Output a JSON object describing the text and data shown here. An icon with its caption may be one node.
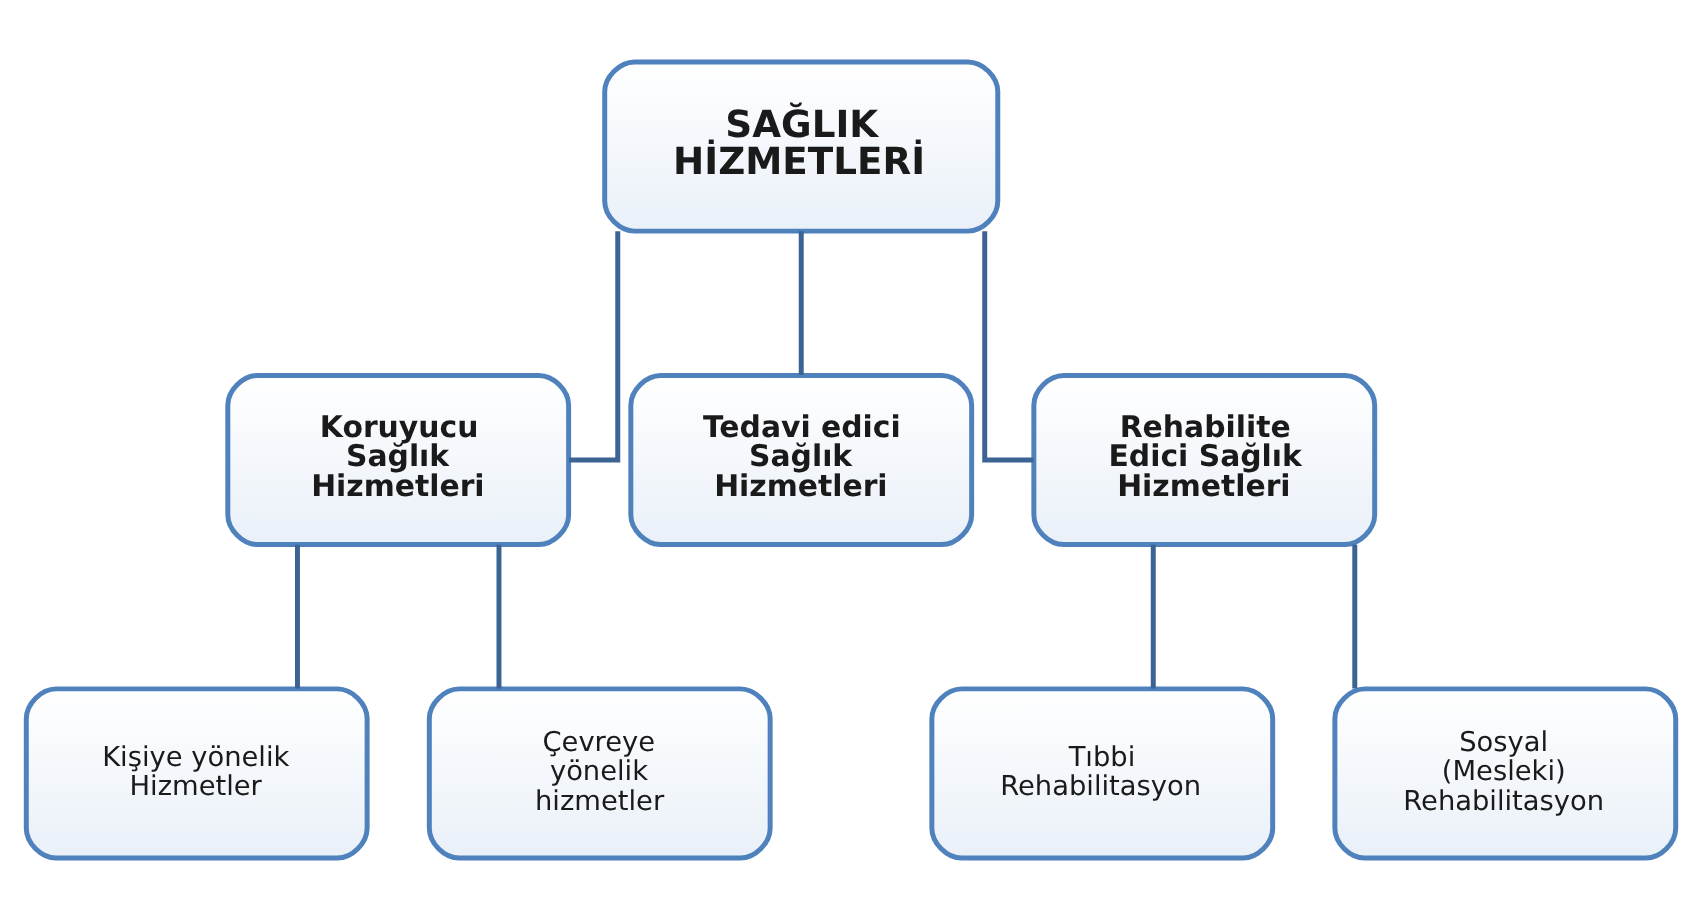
{
  "diagram": {
    "nodes": [
      {
        "text": [
          "SAĞLIK HİZMETLERİ"
        ]
      },
      {
        "text": [
          "Koruyucu Sağlık Hizmetleri"
        ]
      },
      {
        "text": [
          "Tedavi edici Sağlık Hizmetleri"
        ]
      },
      {
        "text": [
          "Rehabilite Edici Sağlık Hizmetleri"
        ]
      },
      {
        "text": [
          "Kişiye yönelik Hizmetler"
        ]
      },
      {
        "text": [
          "Çevreye yönelik hizmetler"
        ]
      },
      {
        "text": [
          "Tıbbi Rehabilitasyon"
        ]
      },
      {
        "text": [
          "Sosyal (Mesleki) Rehabilitasyon"
        ]
      }
    ],
    "edges": [
      {
        "from": 0,
        "to": 1,
        "arrow": "none"
      },
      {
        "from": 0,
        "to": 2,
        "arrow": "none"
      },
      {
        "from": 0,
        "to": 3,
        "arrow": "none"
      },
      {
        "from": 1,
        "to": 4,
        "arrow": "none"
      },
      {
        "from": 1,
        "to": 5,
        "arrow": "none"
      },
      {
        "from": 3,
        "to": 6,
        "arrow": "none"
      },
      {
        "from": 3,
        "to": 7,
        "arrow": "none"
      }
    ]
  }
}
